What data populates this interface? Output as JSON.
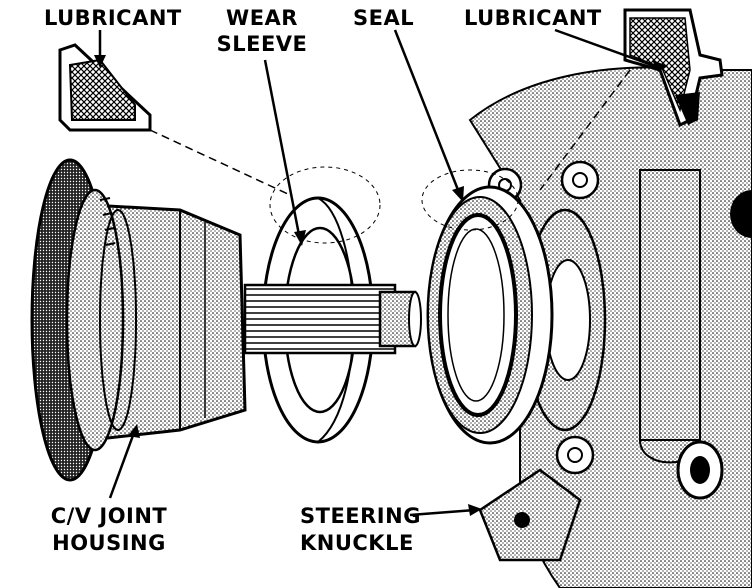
{
  "labels": {
    "lubricant_left": "LUBRICANT",
    "wear_sleeve_1": "WEAR",
    "wear_sleeve_2": "SLEEVE",
    "seal": "SEAL",
    "lubricant_right": "LUBRICANT",
    "cv_joint_1": "C/V JOINT",
    "cv_joint_2": "HOUSING",
    "steering_1": "STEERING",
    "steering_2": "KNUCKLE"
  }
}
